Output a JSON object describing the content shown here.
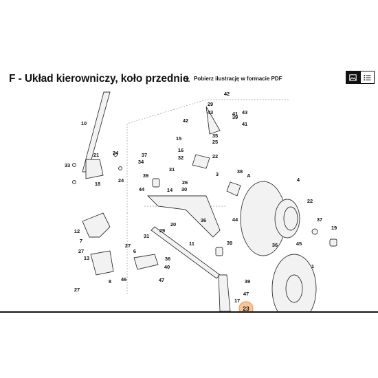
{
  "header": {
    "title": "F - Układ kierowniczy, koło przednie",
    "download_label": "Pobierz ilustrację w formacie PDF",
    "view_image_icon": "image-view-icon",
    "view_list_icon": "list-view-icon"
  },
  "diagram": {
    "highlight_color": "#f4a460",
    "selected_part": "23",
    "labels": [
      "10",
      "21",
      "24",
      "33",
      "18",
      "24",
      "37",
      "34",
      "39",
      "44",
      "30",
      "14",
      "20",
      "12",
      "7",
      "27",
      "13",
      "31",
      "27",
      "6",
      "36",
      "40",
      "47",
      "46",
      "8",
      "27",
      "11",
      "39",
      "44",
      "42",
      "29",
      "43",
      "42",
      "41",
      "15",
      "16",
      "32",
      "31",
      "26",
      "35",
      "25",
      "22",
      "38",
      "A",
      "3",
      "4",
      "22",
      "37",
      "19",
      "45",
      "1",
      "36",
      "39",
      "36",
      "47",
      "23",
      "29",
      "43",
      "41",
      "39",
      "17"
    ]
  }
}
